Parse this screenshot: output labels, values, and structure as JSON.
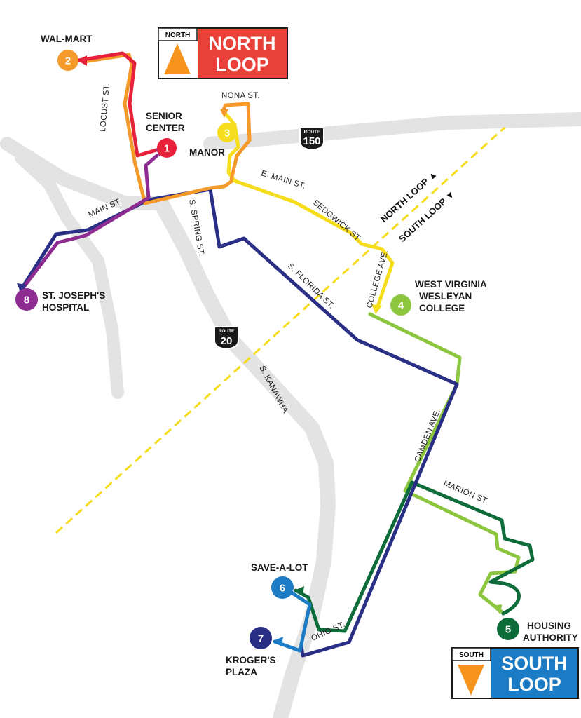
{
  "stops": [
    {
      "number": "1",
      "name": "SENIOR CENTER",
      "lines": [
        "SENIOR",
        "CENTER"
      ],
      "color": "#e8213a"
    },
    {
      "number": "2",
      "name": "WAL-MART",
      "lines": [
        "WAL-MART"
      ],
      "color": "#f39a2a"
    },
    {
      "number": "3",
      "name": "MANOR",
      "lines": [
        "MANOR"
      ],
      "color": "#f5dc1c"
    },
    {
      "number": "4",
      "name": "WEST VIRGINIA WESLEYAN COLLEGE",
      "lines": [
        "WEST VIRGINIA",
        "WESLEYAN",
        "COLLEGE"
      ],
      "color": "#8cc63f"
    },
    {
      "number": "5",
      "name": "HOUSING AUTHORITY",
      "lines": [
        "HOUSING",
        "AUTHORITY"
      ],
      "color": "#0e6b3a"
    },
    {
      "number": "6",
      "name": "SAVE-A-LOT",
      "lines": [
        "SAVE-A-LOT"
      ],
      "color": "#1b7bc4"
    },
    {
      "number": "7",
      "name": "KROGER'S PLAZA",
      "lines": [
        "KROGER'S",
        "PLAZA"
      ],
      "color": "#2a2f86"
    },
    {
      "number": "8",
      "name": "ST. JOSEPH'S HOSPITAL",
      "lines": [
        "ST. JOSEPH'S",
        "HOSPITAL"
      ],
      "color": "#8e2c91"
    }
  ],
  "streets": {
    "locust": "LOCUST ST.",
    "nona": "NONA ST.",
    "main": "MAIN ST.",
    "e_main": "E. MAIN ST.",
    "sedgwick": "SEDGWICK ST.",
    "s_spring": "S. SPRING ST.",
    "s_florida": "S. FLORIDA ST.",
    "college": "COLLEGE AVE.",
    "s_kanawha": "S. KANAWHA",
    "camden": "CAMDEN AVE.",
    "marion": "MARION ST.",
    "ohio": "OHIO ST."
  },
  "routes": [
    {
      "word": "ROUTE",
      "number": "150"
    },
    {
      "word": "ROUTE",
      "number": "20"
    }
  ],
  "loop_divider": {
    "north_label": "NORTH LOOP",
    "south_label": "SOUTH LOOP",
    "north_arrow": "▲",
    "south_arrow": "▼",
    "color": "#f5dc1c"
  },
  "legend": {
    "north": {
      "direction": "NORTH",
      "title_lines": [
        "NORTH",
        "LOOP"
      ],
      "color": "#e8413a"
    },
    "south": {
      "direction": "SOUTH",
      "title_lines": [
        "SOUTH",
        "LOOP"
      ],
      "color": "#1b7bc4"
    }
  },
  "colors": {
    "road": "#e3e3e3",
    "orange": "#f39a2a",
    "red": "#e8213a",
    "yellow": "#f5dc1c",
    "light_green": "#8cc63f",
    "dark_green": "#0e6b3a",
    "blue": "#1b7bc4",
    "navy": "#2a2f86",
    "purple": "#8e2c91",
    "arrow_orange": "#f7941d"
  }
}
